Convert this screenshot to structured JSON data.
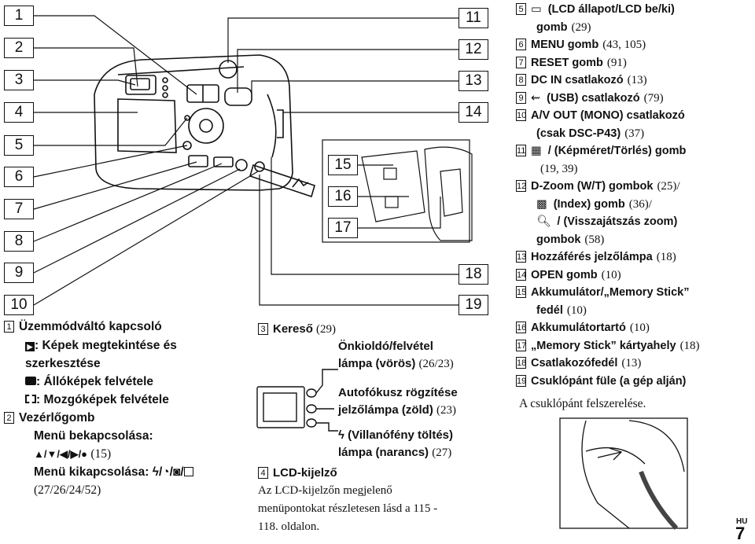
{
  "callouts_left": [
    "1",
    "2",
    "3",
    "4",
    "5",
    "6",
    "7",
    "8",
    "9",
    "10"
  ],
  "callouts_right": [
    "11",
    "12",
    "13",
    "14",
    "15",
    "16",
    "17",
    "18",
    "19"
  ],
  "left_legend": {
    "item1_num": "1",
    "item1_title": "Üzemmódváltó kapcsoló",
    "item1_play": ": Képek megtekintése és",
    "item1_play2": "szerkesztése",
    "item1_still": ": Állóképek felvétele",
    "item1_movie": ": Mozgóképek felvétele",
    "item2_num": "2",
    "item2_title": "Vezérlőgomb",
    "item2_on": "Menü bekapcsolása:",
    "item2_arrows": "▲/▼/◀/▶/●",
    "item2_arrows_ref": "(15)",
    "item2_off": "Menü kikapcsolása:",
    "item2_off_ref": "(27/26/24/52)"
  },
  "middle_legend": {
    "item3_num": "3",
    "item3_title": "Kereső",
    "item3_ref": "(29)",
    "lamp1_a": "Önkioldó/felvétel",
    "lamp1_b": "lámpa (vörös)",
    "lamp1_ref": "(26/23)",
    "lamp2_a": "Autofókusz rögzítése",
    "lamp2_b": "jelzőlámpa (zöld)",
    "lamp2_ref": "(23)",
    "lamp3_a": "(Villanófény töltés)",
    "lamp3_b": "lámpa (narancs)",
    "lamp3_ref": "(27)",
    "item4_num": "4",
    "item4_title": "LCD-kijelző",
    "item4_desc1": "Az LCD-kijelzőn megjelenő",
    "item4_desc2": "menüpontokat részletesen lásd a 115 -",
    "item4_desc3": "118. oldalon."
  },
  "right_legend": [
    {
      "num": "5",
      "text": "(LCD állapot/LCD be/ki)",
      "icon": "lcd-button-icon"
    },
    {
      "num": "",
      "text": "gomb",
      "ref": "(29)"
    },
    {
      "num": "6",
      "text": "MENU gomb",
      "ref": "(43, 105)"
    },
    {
      "num": "7",
      "text": "RESET gomb",
      "ref": "(91)"
    },
    {
      "num": "8",
      "text": "DC IN csatlakozó",
      "ref": "(13)"
    },
    {
      "num": "9",
      "text": "(USB) csatlakozó",
      "ref": "(79)",
      "icon": "usb-icon"
    },
    {
      "num": "10",
      "text": "A/V OUT (MONO) csatlakozó"
    },
    {
      "num": "",
      "text": "(csak DSC-P43)",
      "ref": "(37)"
    },
    {
      "num": "11",
      "text": "/   (Képméret/Törlés) gomb",
      "icon": "image-size-icon"
    },
    {
      "num": "",
      "text": "",
      "ref": "(19, 39)"
    },
    {
      "num": "12",
      "text": "D-Zoom (W/T) gombok",
      "ref": "(25)/"
    },
    {
      "num": "",
      "text": "(Index) gomb",
      "ref": "(36)/",
      "icon": "index-icon"
    },
    {
      "num": "",
      "text": "/   (Visszajátszás zoom)",
      "icon": "zoom-icon"
    },
    {
      "num": "",
      "text": "gombok",
      "ref": "(58)"
    },
    {
      "num": "13",
      "text": "Hozzáférés jelzőlámpa",
      "ref": "(18)"
    },
    {
      "num": "14",
      "text": "OPEN gomb",
      "ref": "(10)"
    },
    {
      "num": "15",
      "text": "Akkumulátor/„Memory Stick”"
    },
    {
      "num": "",
      "text": "fedél",
      "ref": "(10)"
    },
    {
      "num": "16",
      "text": "Akkumulátortartó",
      "ref": "(10)"
    },
    {
      "num": "17",
      "text": "„Memory Stick” kártyahely",
      "ref": "(18)"
    },
    {
      "num": "18",
      "text": "Csatlakozófedél",
      "ref": "(13)"
    },
    {
      "num": "19",
      "text": "Csuklópánt füle (a gép alján)"
    }
  ],
  "strap_caption": "A csuklópánt felszerelése.",
  "page_lang": "HU",
  "page_number": "7"
}
